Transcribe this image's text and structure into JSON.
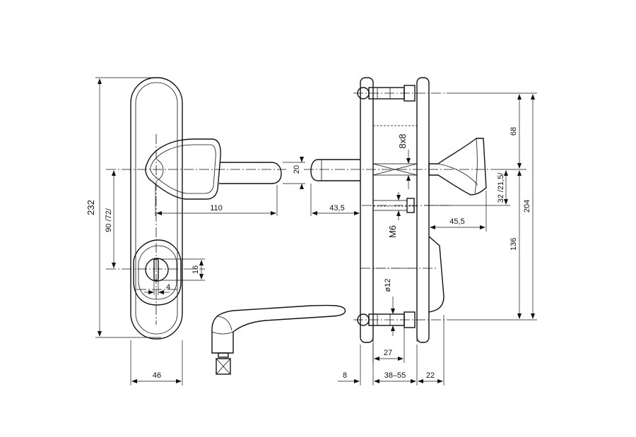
{
  "colors": {
    "line": "#111111",
    "background": "#ffffff"
  },
  "dimensions": {
    "overall_height": "232",
    "hole_spacing": "90 /72/",
    "plate_width": "46",
    "handle_length": "110",
    "handle_diameter": "20",
    "keyhole_height": "16",
    "keyhole_width": "4",
    "square_spindle": "8x8",
    "handle_offset": "43,5",
    "thread": "M6",
    "knob_offset_small": "32 /21,5/",
    "knob_projection": "45,5",
    "upper_distance": "68",
    "lower_distance": "136",
    "total_spacing": "204",
    "bolt_diameter": "ø12",
    "bolt_length": "27",
    "outer_plate": "8",
    "door_thickness": "38–55",
    "inner_plate": "22"
  }
}
